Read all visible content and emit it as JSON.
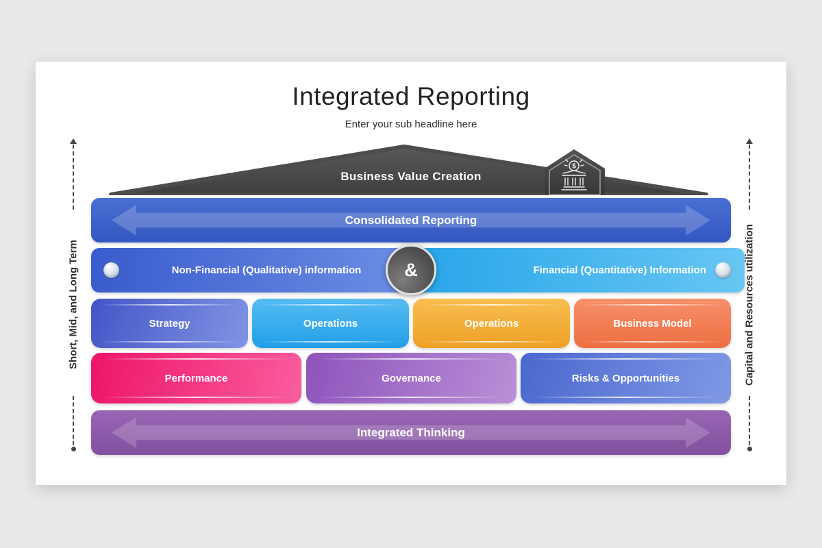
{
  "slide": {
    "title": "Integrated Reporting",
    "subtitle": "Enter your sub headline here"
  },
  "roof": {
    "label": "Business Value Creation",
    "dollar_glyph": "$"
  },
  "bars": {
    "consolidated": "Consolidated Reporting",
    "non_financial": "Non-Financial (Qualitative) information",
    "ampersand": "&",
    "financial": "Financial (Quantitative) Information",
    "integrated_thinking": "Integrated Thinking"
  },
  "boxes": {
    "row3": [
      {
        "label": "Strategy"
      },
      {
        "label": "Operations"
      },
      {
        "label": "Operations"
      },
      {
        "label": "Business Model"
      }
    ],
    "row4": [
      {
        "label": "Performance"
      },
      {
        "label": "Governance"
      },
      {
        "label": "Risks & Opportunities"
      }
    ]
  },
  "side_labels": {
    "left": "Short, Mid, and Long Term",
    "right": "Capital and Resources utilization"
  },
  "colors": {
    "canvas_bg": "#e9e9ea",
    "card_bg": "#ffffff",
    "roof_top": "#575757",
    "roof_bottom": "#3e3e3e",
    "consolidated_blue": "#3c60c9",
    "non_financial_blue_from": "#3a5ccd",
    "non_financial_blue_to": "#6d90e4",
    "financial_lightblue_from": "#27a5e9",
    "financial_lightblue_to": "#67c6f3",
    "strategy": "#4355c7",
    "operations_blue": "#219fe8",
    "operations_orange": "#efa026",
    "business_model": "#ee6f42",
    "performance": "#ee1569",
    "governance": "#8d53bb",
    "risks_opportunities": "#4a68ce",
    "integrated_thinking_purple": "#8a56a8",
    "connector_gray": "#444444"
  }
}
